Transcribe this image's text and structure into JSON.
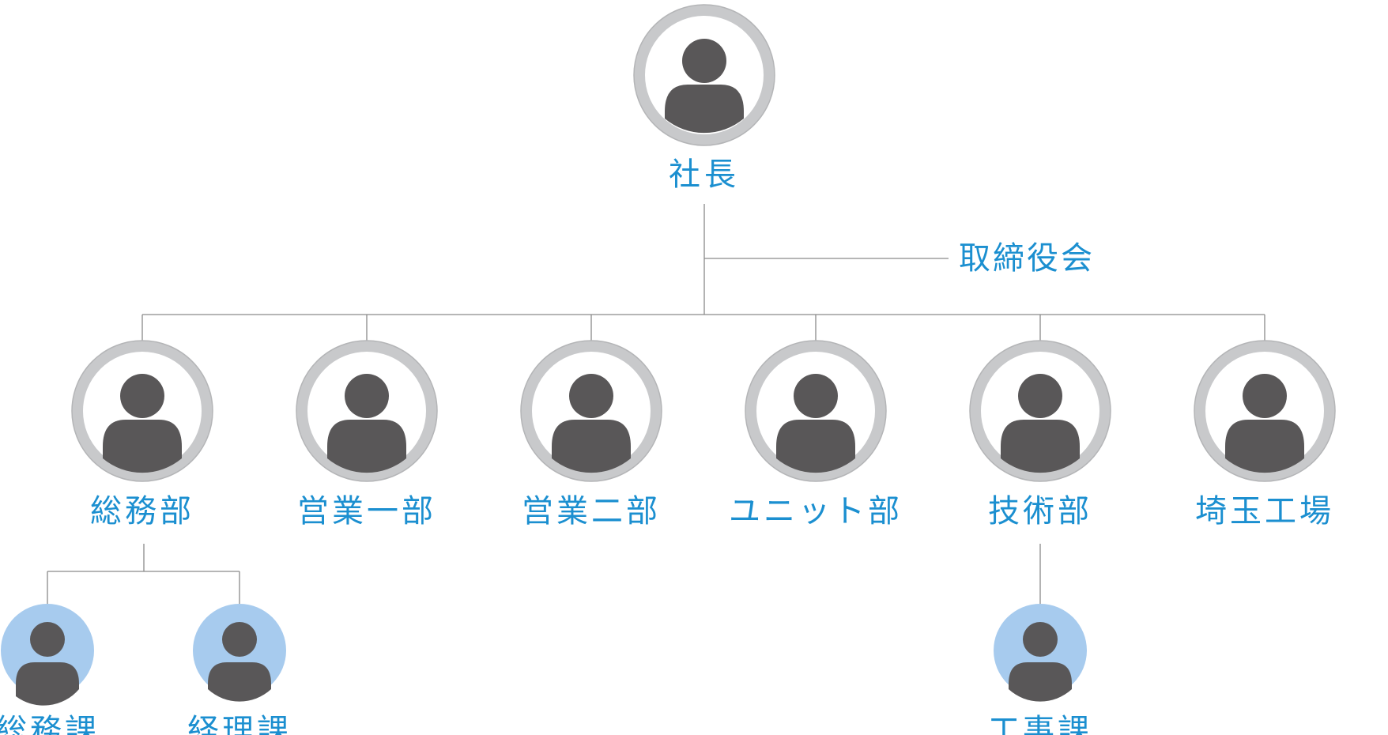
{
  "colors": {
    "label": "#1b8fd0",
    "connector": "#8a8a8a",
    "ring": "#c8c9cb",
    "badge": "#a7cbee",
    "person": "#595758"
  },
  "icon": "person-silhouette-icon",
  "president": {
    "label": "社長"
  },
  "board": {
    "label": "取締役会"
  },
  "departments": [
    {
      "label": "総務部"
    },
    {
      "label": "営業一部"
    },
    {
      "label": "営業二部"
    },
    {
      "label": "ユニット部"
    },
    {
      "label": "技術部"
    },
    {
      "label": "埼玉工場"
    }
  ],
  "sections": [
    {
      "label": "総務課",
      "parent": "総務部"
    },
    {
      "label": "経理課",
      "parent": "総務部"
    },
    {
      "label": "工事課",
      "parent": "技術部"
    }
  ]
}
